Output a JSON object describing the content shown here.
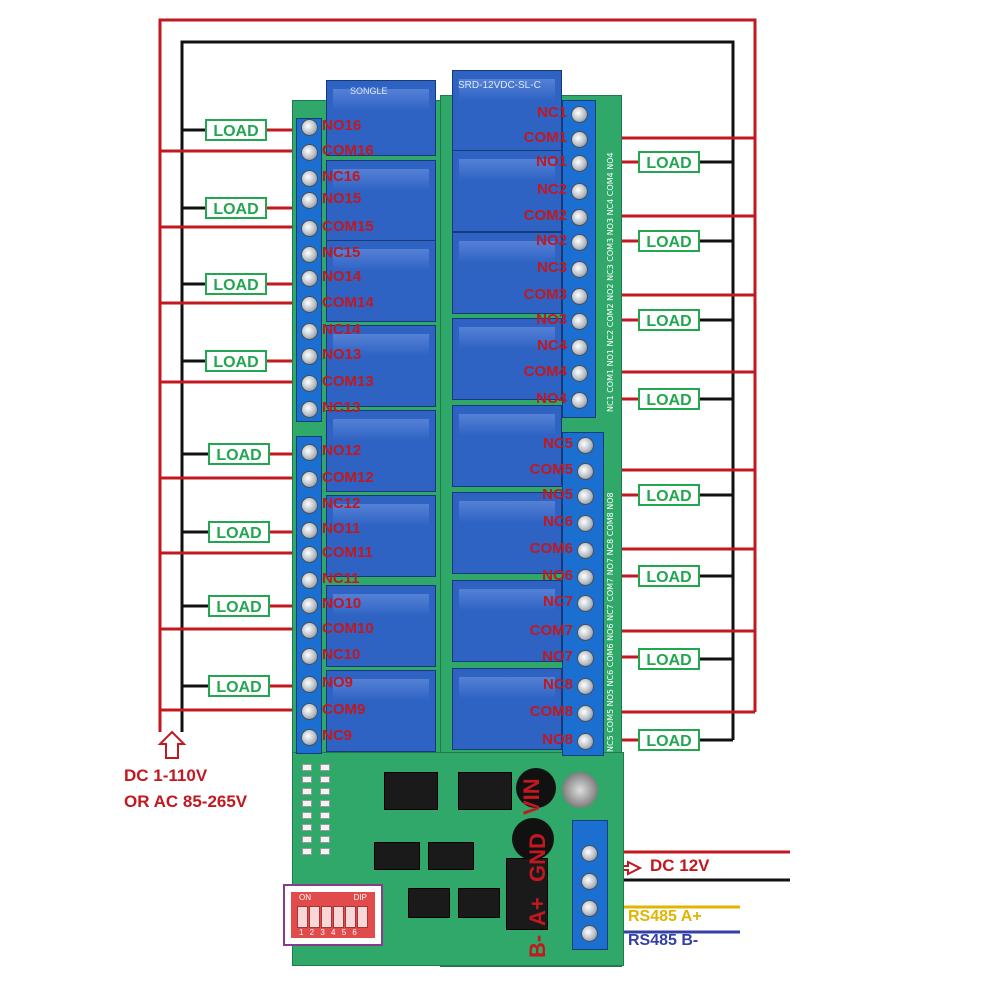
{
  "left_channels": [
    {
      "no": "NO16",
      "com": "COM16",
      "nc": "NC16"
    },
    {
      "no": "NO15",
      "com": "COM15",
      "nc": "NC15"
    },
    {
      "no": "NO14",
      "com": "COM14",
      "nc": "NC14"
    },
    {
      "no": "NO13",
      "com": "COM13",
      "nc": "NC13"
    },
    {
      "no": "NO12",
      "com": "COM12",
      "nc": "NC12"
    },
    {
      "no": "NO11",
      "com": "COM11",
      "nc": "NC11"
    },
    {
      "no": "NO10",
      "com": "COM10",
      "nc": "NC10"
    },
    {
      "no": "NO9",
      "com": "COM9",
      "nc": "NC9"
    }
  ],
  "right_channels": [
    {
      "nc": "NC1",
      "com": "COM1",
      "no": "NO1"
    },
    {
      "nc": "NC2",
      "com": "COM2",
      "no": "NO2"
    },
    {
      "nc": "NC3",
      "com": "COM3",
      "no": "NO3"
    },
    {
      "nc": "NC4",
      "com": "COM4",
      "no": "NO4"
    },
    {
      "nc": "NC5",
      "com": "COM5",
      "no": "NO5"
    },
    {
      "nc": "NC6",
      "com": "COM6",
      "no": "NO6"
    },
    {
      "nc": "NC7",
      "com": "COM7",
      "no": "NO7"
    },
    {
      "nc": "NC8",
      "com": "COM8",
      "no": "NO8"
    }
  ],
  "load_label": "LOAD",
  "relay_text": "SRD-12VDC-SL-C",
  "relay_brand": "SONGLE",
  "supply_note": {
    "line1": "DC 1-110V",
    "line2": "OR AC 85-265V"
  },
  "power_labels": {
    "vin": "VIN",
    "gnd": "GND",
    "a": "A+",
    "b": "B-"
  },
  "power_input": "DC 12V",
  "rs485_a": "RS485 A+",
  "rs485_b": "RS485 B-",
  "dip_label": "ON",
  "dip_dir": "DIP",
  "dip_numbers": "1 2 3 4 5 6",
  "side_pins_top": "NC1 COM1 NO1 NC2 COM2 NO2 NC3 COM3 NO3 NC4 COM4 NO4",
  "side_pins_bottom": "NC5 COM5 NO5 NC6 COM6 NO6 NC7 COM7 NO7 NC8 COM8 NO8",
  "colors": {
    "wire_red": "#c2181f",
    "wire_black": "#111111",
    "load_green": "#22a650",
    "pcb": "#2fa86a",
    "relay_blue": "#2e63c4",
    "rs485_a": "#e0b400",
    "rs485_b": "#3340a3"
  }
}
